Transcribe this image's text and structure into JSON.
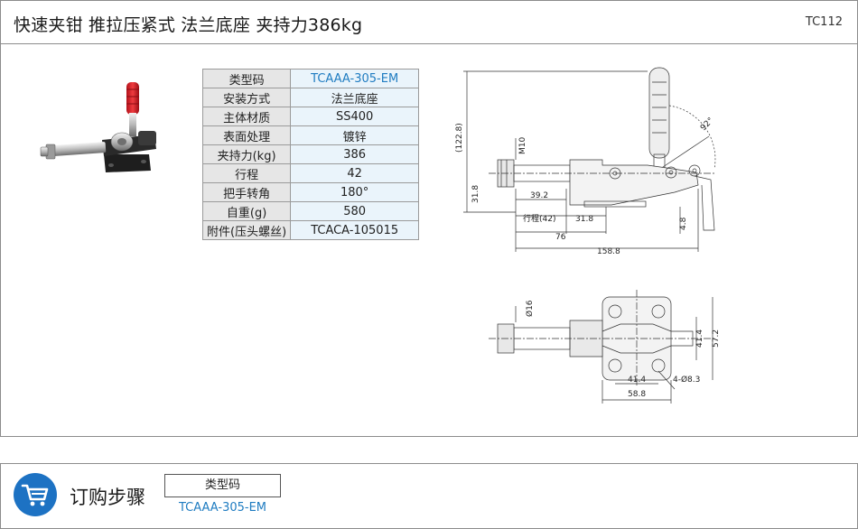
{
  "header": {
    "title": "快速夹钳  推拉压紧式  法兰底座  夹持力386kg",
    "code": "TC112"
  },
  "spec_table": [
    {
      "label": "类型码",
      "value": "TCAAA-305-EM"
    },
    {
      "label": "安装方式",
      "value": "法兰底座"
    },
    {
      "label": "主体材质",
      "value": "SS400"
    },
    {
      "label": "表面处理",
      "value": "镀锌"
    },
    {
      "label": "夹持力(kg)",
      "value": "386"
    },
    {
      "label": "行程",
      "value": "42"
    },
    {
      "label": "把手转角",
      "value": "180°"
    },
    {
      "label": "自重(g)",
      "value": "580"
    },
    {
      "label": "附件(压头螺丝)",
      "value": "TCACA-105015"
    }
  ],
  "drawing": {
    "side_dims": {
      "height_total": "(122.8)",
      "thread": "M10",
      "angle": "92°",
      "height_axis": "31.8",
      "d1": "39.2",
      "stroke": "行程(42)",
      "d2": "31.8",
      "d3": "4.8",
      "d4": "76",
      "d5": "158.8"
    },
    "top_dims": {
      "dia": "Ø16",
      "w1": "41.4",
      "h1": "41.4",
      "h2": "57.2",
      "w2": "41.4",
      "holes": "4-Ø8.3",
      "w3": "58.8"
    }
  },
  "order": {
    "title": "订购步骤",
    "field_label": "类型码",
    "field_value": "TCAAA-305-EM"
  },
  "colors": {
    "accent_blue": "#1f7cc1",
    "cart_bg": "#1d72c3",
    "handle_red": "#d8202a"
  },
  "icons": {
    "cart": "shopping-cart-icon"
  }
}
